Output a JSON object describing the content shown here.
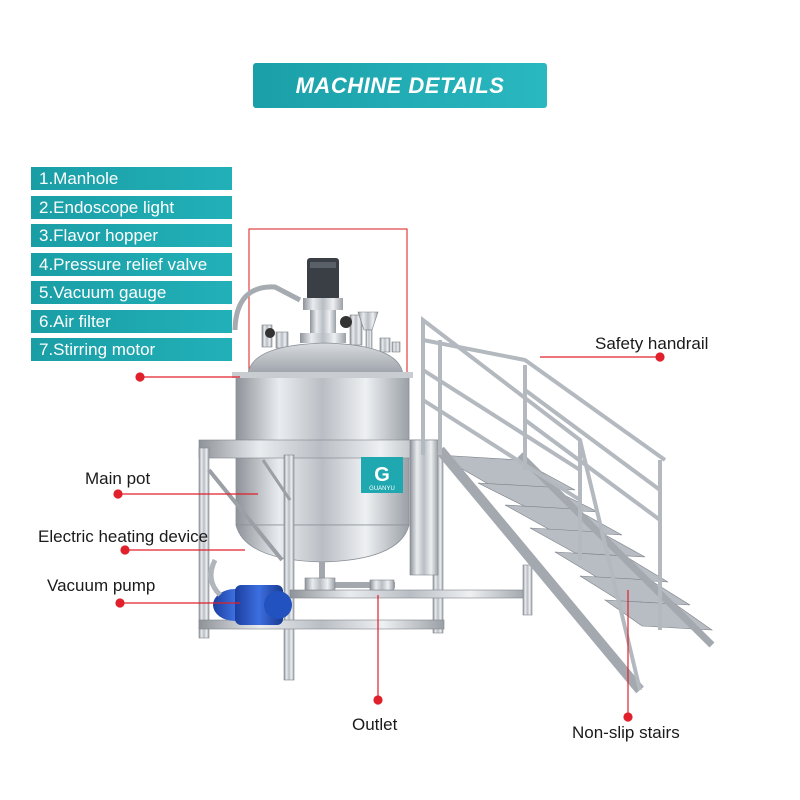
{
  "banner": {
    "title": "MACHINE DETAILS"
  },
  "parts": [
    "1.Manhole",
    "2.Endoscope light",
    "3.Flavor hopper",
    "4.Pressure relief valve",
    "5.Vacuum gauge",
    "6.Air filter",
    "7.Stirring motor"
  ],
  "callouts": {
    "safety_handrail": "Safety handrail",
    "main_pot": "Main pot",
    "electric_heating": "Electric heating device",
    "vacuum_pump": "Vacuum pump",
    "outlet": "Outlet",
    "non_slip_stairs": "Non-slip stairs"
  },
  "logo": {
    "brand": "GUANYU"
  },
  "colors": {
    "accent": "#1fa8b0",
    "marker": "#e0202a",
    "highlight_box": "#e04040"
  }
}
